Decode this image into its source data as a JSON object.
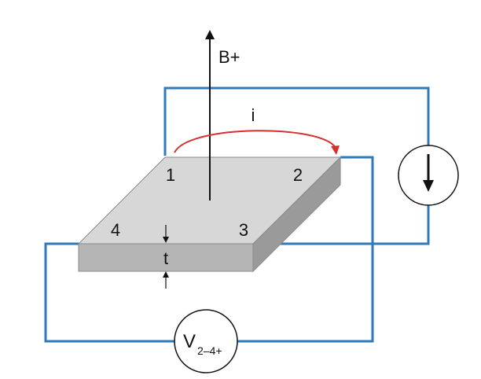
{
  "colors": {
    "wire": "#2f7ab9",
    "current_arrow": "#d63031",
    "plate_top": "#d7d7d7",
    "plate_front": "#b5b5b5",
    "plate_side": "#9a9a9a",
    "plate_edge": "#8a8a8a",
    "arrow": "#111111"
  },
  "labels": {
    "magnetic_field": "B+",
    "current": "i",
    "corner_1": "1",
    "corner_2": "2",
    "corner_3": "3",
    "corner_4": "4",
    "thickness": "t",
    "voltmeter_main": "V",
    "voltmeter_sub": "2–4+"
  },
  "icons": {
    "current_source": "down-arrow-in-circle-icon",
    "voltmeter": "voltmeter-circle-icon"
  }
}
